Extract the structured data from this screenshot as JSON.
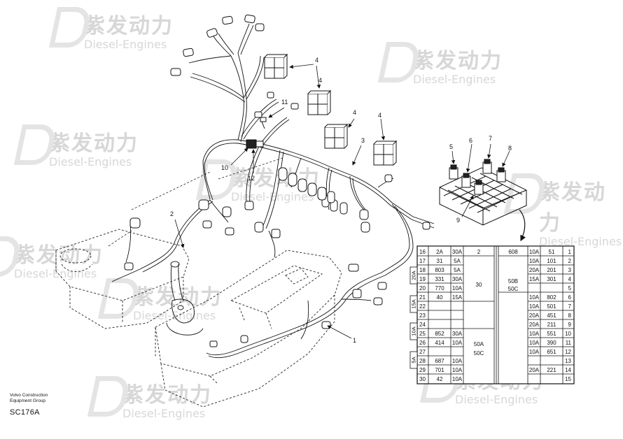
{
  "watermark": {
    "zh": "紫发动力",
    "en": "Diesel-Engines"
  },
  "footer": {
    "company_line1": "Volvo Construction",
    "company_line2": "Equipment Group",
    "drawing_code": "SC176A"
  },
  "callouts": [
    {
      "id": "c1",
      "label": "1"
    },
    {
      "id": "c2",
      "label": "2"
    },
    {
      "id": "c3",
      "label": "3"
    },
    {
      "id": "c4a",
      "label": "4"
    },
    {
      "id": "c4b",
      "label": "4"
    },
    {
      "id": "c4c",
      "label": "4"
    },
    {
      "id": "c4d",
      "label": "4"
    },
    {
      "id": "c5",
      "label": "5"
    },
    {
      "id": "c6",
      "label": "6"
    },
    {
      "id": "c7",
      "label": "7"
    },
    {
      "id": "c8",
      "label": "8"
    },
    {
      "id": "c9",
      "label": "9"
    },
    {
      "id": "c10",
      "label": "10"
    },
    {
      "id": "c11",
      "label": "11"
    },
    {
      "id": "c12",
      "label": "12"
    }
  ],
  "fuse_box": {
    "left_rows": [
      {
        "n": "16",
        "code": "2A",
        "amp": "30A"
      },
      {
        "n": "17",
        "code": "31",
        "amp": "5A"
      },
      {
        "n": "18",
        "code": "803",
        "amp": "5A"
      },
      {
        "n": "19",
        "code": "331",
        "amp": "30A"
      },
      {
        "n": "20",
        "code": "770",
        "amp": "10A"
      },
      {
        "n": "21",
        "code": "40",
        "amp": "15A"
      },
      {
        "n": "22",
        "code": "",
        "amp": ""
      },
      {
        "n": "23",
        "code": "",
        "amp": ""
      },
      {
        "n": "24",
        "code": "",
        "amp": ""
      },
      {
        "n": "25",
        "code": "852",
        "amp": "30A"
      },
      {
        "n": "26",
        "code": "414",
        "amp": "10A"
      },
      {
        "n": "27",
        "code": "",
        "amp": ""
      },
      {
        "n": "28",
        "code": "687",
        "amp": "10A"
      },
      {
        "n": "29",
        "code": "701",
        "amp": "10A"
      },
      {
        "n": "30",
        "code": "42",
        "amp": "10A"
      }
    ],
    "mid_labels": [
      "2",
      "30",
      "50A",
      "50C"
    ],
    "right_top": "608",
    "right_mid": [
      "50B",
      "50C"
    ],
    "right_rows": [
      {
        "amp": "10A",
        "code": "51",
        "n": "1"
      },
      {
        "amp": "10A",
        "code": "101",
        "n": "2"
      },
      {
        "amp": "20A",
        "code": "201",
        "n": "3"
      },
      {
        "amp": "15A",
        "code": "301",
        "n": "4"
      },
      {
        "amp": "",
        "code": "",
        "n": "5"
      },
      {
        "amp": "10A",
        "code": "802",
        "n": "6"
      },
      {
        "amp": "10A",
        "code": "501",
        "n": "7"
      },
      {
        "amp": "20A",
        "code": "451",
        "n": "8"
      },
      {
        "amp": "20A",
        "code": "211",
        "n": "9"
      },
      {
        "amp": "10A",
        "code": "551",
        "n": "10"
      },
      {
        "amp": "10A",
        "code": "390",
        "n": "11"
      },
      {
        "amp": "10A",
        "code": "651",
        "n": "12"
      },
      {
        "amp": "",
        "code": "",
        "n": "13"
      },
      {
        "amp": "20A",
        "code": "221",
        "n": "14"
      },
      {
        "amp": "",
        "code": "",
        "n": "15"
      }
    ],
    "side_tabs": [
      "20A",
      "15A",
      "10A",
      "5A"
    ]
  }
}
